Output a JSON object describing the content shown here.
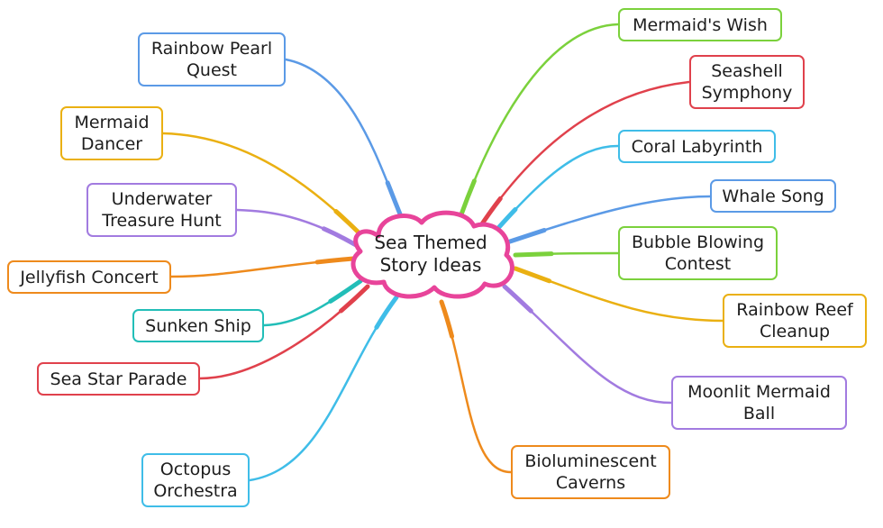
{
  "center": {
    "label": "Sea Themed\nStory Ideas",
    "color": "#e8449a"
  },
  "branches": [
    {
      "id": "rainbow-pearl-quest",
      "label": "Rainbow Pearl\nQuest",
      "color": "#5b9ae6"
    },
    {
      "id": "mermaid-dancer",
      "label": "Mermaid\nDancer",
      "color": "#eab012"
    },
    {
      "id": "underwater-treasure-hunt",
      "label": "Underwater\nTreasure Hunt",
      "color": "#a27be0"
    },
    {
      "id": "jellyfish-concert",
      "label": "Jellyfish Concert",
      "color": "#ee8a1c"
    },
    {
      "id": "sunken-ship",
      "label": "Sunken Ship",
      "color": "#22beb8"
    },
    {
      "id": "sea-star-parade",
      "label": "Sea Star Parade",
      "color": "#e0414c"
    },
    {
      "id": "octopus-orchestra",
      "label": "Octopus\nOrchestra",
      "color": "#3fbde8"
    },
    {
      "id": "mermaids-wish",
      "label": "Mermaid's Wish",
      "color": "#7bd13c"
    },
    {
      "id": "seashell-symphony",
      "label": "Seashell\nSymphony",
      "color": "#e0414c"
    },
    {
      "id": "coral-labyrinth",
      "label": "Coral Labyrinth",
      "color": "#3fbde8"
    },
    {
      "id": "whale-song",
      "label": "Whale Song",
      "color": "#5b9ae6"
    },
    {
      "id": "bubble-blowing-contest",
      "label": "Bubble Blowing\nContest",
      "color": "#7bd13c"
    },
    {
      "id": "rainbow-reef-cleanup",
      "label": "Rainbow Reef\nCleanup",
      "color": "#eab012"
    },
    {
      "id": "moonlit-mermaid-ball",
      "label": "Moonlit Mermaid\nBall",
      "color": "#a27be0"
    },
    {
      "id": "bioluminescent-caverns",
      "label": "Bioluminescent\nCaverns",
      "color": "#ee8a1c"
    }
  ]
}
